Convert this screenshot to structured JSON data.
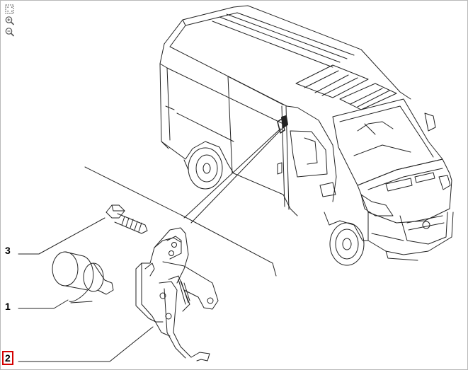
{
  "toolbar": {
    "items": [
      {
        "name": "fit-to-window-icon"
      },
      {
        "name": "zoom-in-icon"
      },
      {
        "name": "zoom-out-icon"
      }
    ]
  },
  "callouts": [
    {
      "label": "3"
    },
    {
      "label": "1"
    },
    {
      "label": "2",
      "selected": true
    }
  ],
  "colors": {
    "line": "#222222",
    "highlight": "#d40000",
    "frame": "#b8b8b8"
  }
}
